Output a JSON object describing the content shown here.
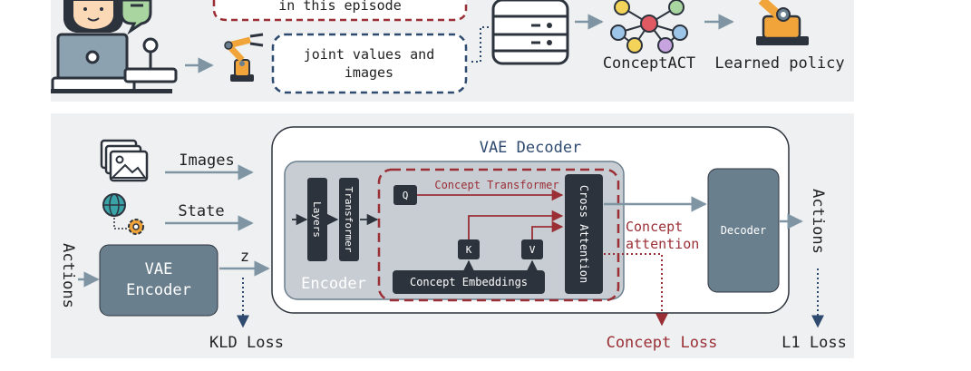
{
  "top_panel": {
    "text_partial": "in this episode",
    "joint_box_line1": "joint values and",
    "joint_box_line2": "images",
    "label_conceptact": "ConceptACT",
    "label_learned_policy": "Learned policy"
  },
  "bottom_panel": {
    "input_images": "Images",
    "input_state": "State",
    "input_actions": "Actions",
    "vae_encoder_line1": "VAE",
    "vae_encoder_line2": "Encoder",
    "z_label": "z",
    "kld_loss": "KLD Loss",
    "vae_decoder_title": "VAE Decoder",
    "layers": "Layers",
    "transformer": "Transformer",
    "encoder_label": "Encoder",
    "concept_transformer": "Concept Transformer",
    "q": "Q",
    "k": "K",
    "v": "V",
    "concept_embeddings": "Concept Embeddings",
    "cross_attention": "Cross Attention",
    "concept_attention_line1": "Concept",
    "concept_attention_line2": "attention",
    "decoder": "Decoder",
    "output_actions": "Actions",
    "concept_loss": "Concept Loss",
    "l1_loss": "L1 Loss"
  },
  "colors": {
    "panel_bg": "#eef0f1",
    "dark_box": "#2d333d",
    "slate_box": "#6a7f8e",
    "arrow_slate": "#7f95a4",
    "concept_red": "#9b2f36",
    "dashed_navy": "#2f4a70",
    "encoder_bg": "#c7cdd2"
  }
}
